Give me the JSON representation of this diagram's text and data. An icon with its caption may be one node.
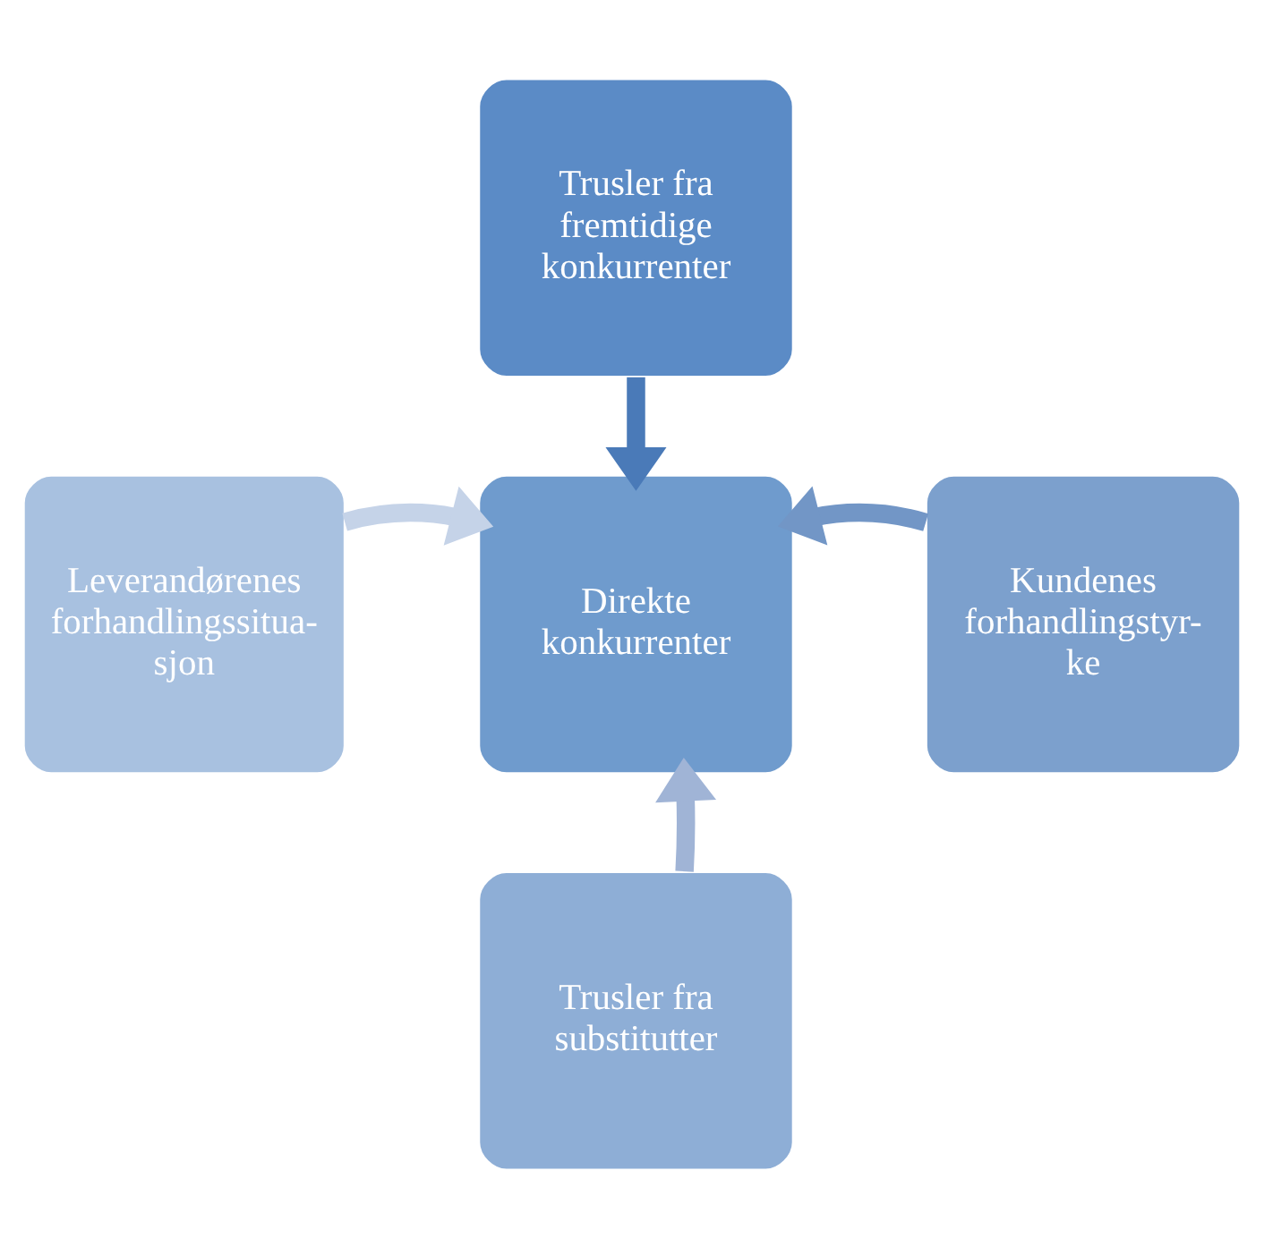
{
  "diagram": {
    "nodes": [
      {
        "text": [
          "Trusler fra fremtidige konkurrenter"
        ]
      },
      {
        "text": [
          "Leverandørenes forhandlingssitua- sjon"
        ]
      },
      {
        "text": [
          "Direkte konkurrenter"
        ]
      },
      {
        "text": [
          "Kundenes forhandlingstyr- ke"
        ]
      },
      {
        "text": [
          "Trusler fra substitutter"
        ]
      }
    ],
    "edges": [
      {
        "from": 0,
        "to": 2,
        "arrow": "to",
        "color": "#4a7ab8"
      },
      {
        "from": 1,
        "to": 2,
        "arrow": "to",
        "color": "#c5d3e8"
      },
      {
        "from": 3,
        "to": 2,
        "arrow": "to",
        "color": "#7296c6"
      },
      {
        "from": 4,
        "to": 2,
        "arrow": "to",
        "color": "#a0b4d6"
      }
    ]
  }
}
